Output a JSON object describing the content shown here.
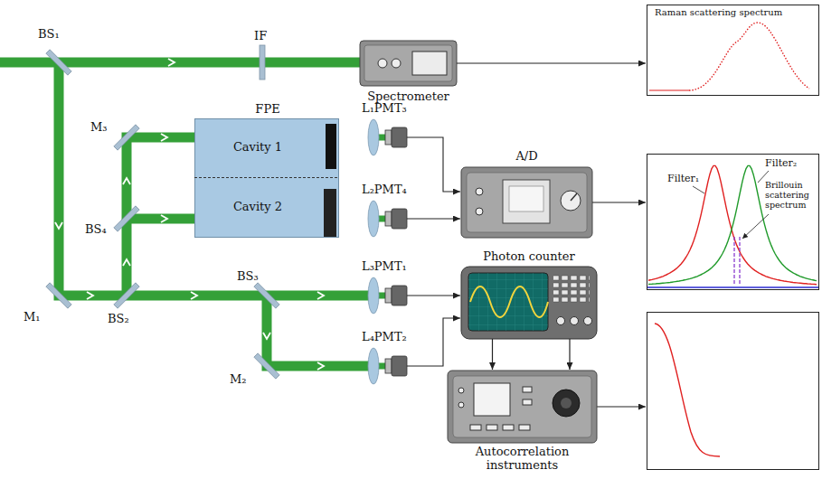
{
  "diagram": {
    "nodes": [
      {
        "text": [
          "FPE"
        ]
      },
      {
        "text": [
          "Cavity 1"
        ],
        "in": 0
      },
      {
        "text": [
          "Cavity 2"
        ],
        "in": 0
      },
      {
        "text": [
          "Spectrometer"
        ]
      },
      {
        "text": [
          "A/D"
        ]
      },
      {
        "text": [
          "Photon counter"
        ]
      },
      {
        "text": [
          "Autocorrelation instruments"
        ]
      },
      {
        "text": [
          "Raman scattering spectrum"
        ]
      },
      {
        "text": [
          "Filter₁",
          "Filter₂",
          "Brillouin scattering spectrum"
        ]
      }
    ],
    "edges": [
      {
        "from": 3,
        "to": 7,
        "arrow": "to"
      },
      {
        "from": 4,
        "to": 8,
        "arrow": "to"
      },
      {
        "from": 5,
        "to": 6,
        "arrow": "to"
      }
    ],
    "labels": [
      "BS₁",
      "IF",
      "M₃",
      "BS₄",
      "M₁",
      "BS₂",
      "BS₃",
      "M₂",
      "L₁PMT₃",
      "L₂PMT₄",
      "L₃PMT₁",
      "L₄PMT₂"
    ]
  }
}
